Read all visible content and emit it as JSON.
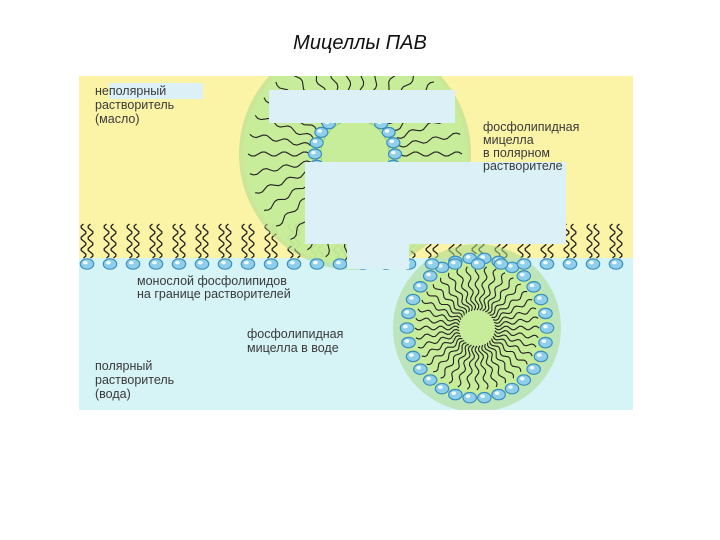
{
  "title": "Мицеллы ПАВ",
  "colors": {
    "oil": "#fbf4a6",
    "water": "#d6f3f6",
    "micelle_core": "#c7ec9a",
    "micelle_halo": "#a8d98a",
    "head": "#8fcfe9",
    "head_stroke": "#3b8fbf",
    "tail": "#222222",
    "mask": "#dbf1f7"
  },
  "labels": {
    "nonpolar_line1": "неполярный",
    "nonpolar_line2": "растворитель",
    "nonpolar_line3": "(масло)",
    "oil_micelle_line1": "фосфолипидная",
    "oil_micelle_line2": "мицелла",
    "oil_micelle_line3": "в полярном",
    "oil_micelle_line4": "растворителе",
    "monolayer_line1": "монослой фосфолипидов",
    "monolayer_line2": "на границе растворителей",
    "water_micelle_line1": "фосфолипидная",
    "water_micelle_line2": "мицелла в воде",
    "polar_line1": "полярный",
    "polar_line2": "растворитель",
    "polar_line3": "(вода)"
  }
}
